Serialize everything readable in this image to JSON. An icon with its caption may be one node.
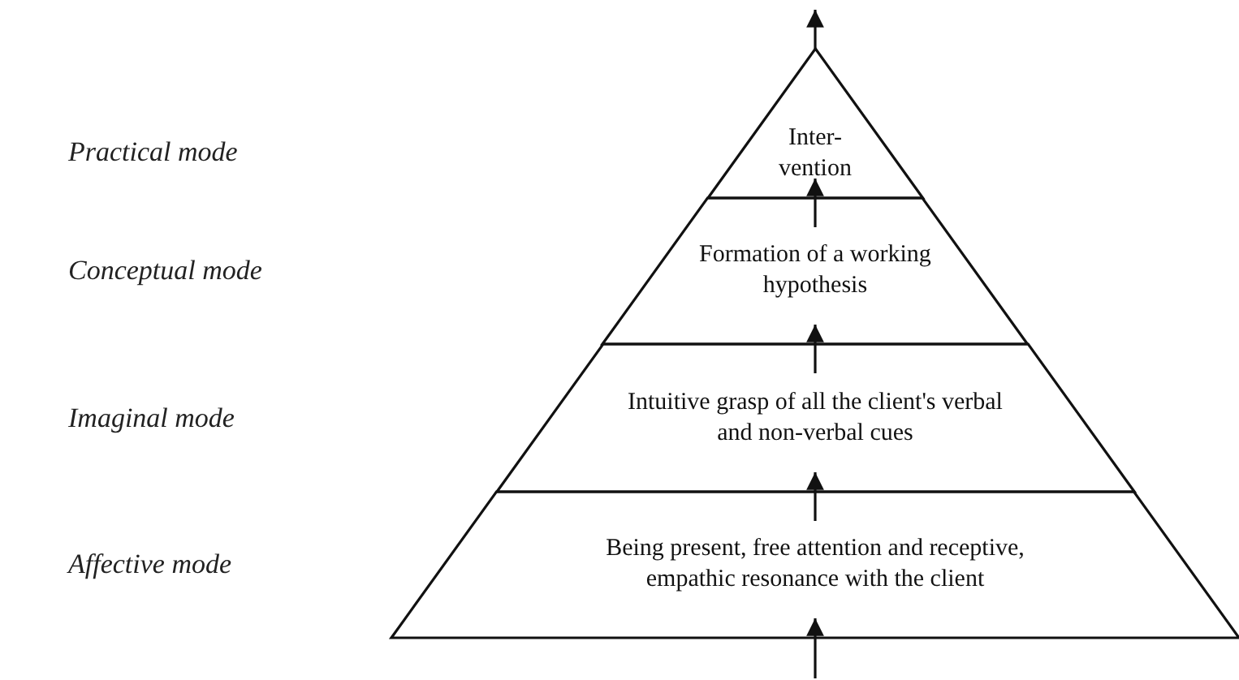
{
  "diagram": {
    "nodes": [
      {
        "text": [
          "Inter- vention"
        ]
      },
      {
        "text": [
          "Formation of a working hypothesis"
        ]
      },
      {
        "text": [
          "Intuitive grasp of all the client's verbal and non-verbal cues"
        ]
      },
      {
        "text": [
          "Being present, free attention and receptive, empathic resonance with the client"
        ]
      }
    ],
    "labels": [
      "Practical mode",
      "Conceptual mode",
      "Imaginal mode",
      "Affective mode"
    ],
    "edges": [
      {
        "from": null,
        "to": 3,
        "arrow": "to"
      },
      {
        "from": 3,
        "to": 2,
        "arrow": "to"
      },
      {
        "from": 2,
        "to": 1,
        "arrow": "to"
      },
      {
        "from": 1,
        "to": 0,
        "arrow": "to"
      },
      {
        "from": 0,
        "to": null,
        "arrow": "to"
      }
    ]
  }
}
